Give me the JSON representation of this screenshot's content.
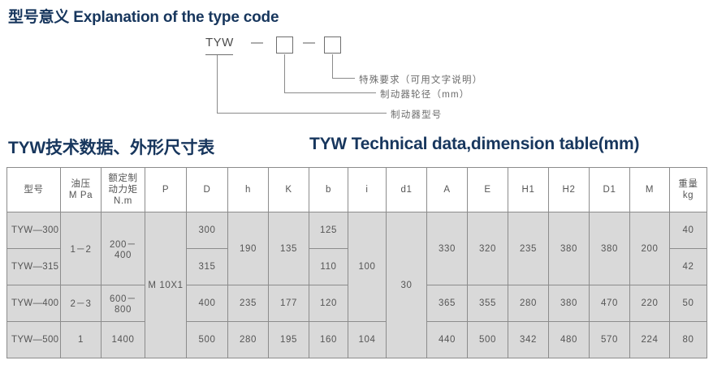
{
  "headings": {
    "type_code": "型号意义 Explanation of the type code",
    "table_cn": "TYW技术数据、外形尺寸表",
    "table_en": "TYW Technical data,dimension table(mm)"
  },
  "colors": {
    "heading": "#17365d",
    "table_border": "#8c8c8c",
    "row_fill": "#d9d9d9",
    "text": "#555555"
  },
  "type_code_diagram": {
    "prefix": "TYW",
    "dash_1": "—",
    "dash_2": "—",
    "box_wheel": "",
    "box_special": "",
    "annotations": {
      "special": "特殊要求（可用文字说明）",
      "wheel": "制动器轮径（mm）",
      "model": "制动器型号"
    }
  },
  "table": {
    "columns": [
      {
        "key": "model",
        "label_lines": [
          "型号"
        ]
      },
      {
        "key": "pressure",
        "label_lines": [
          "油压",
          "M Pa"
        ]
      },
      {
        "key": "torque",
        "label_lines": [
          "额定制",
          "动力矩",
          "N.m"
        ]
      },
      {
        "key": "P",
        "label_lines": [
          "P"
        ]
      },
      {
        "key": "D",
        "label_lines": [
          "D"
        ]
      },
      {
        "key": "h",
        "label_lines": [
          "h"
        ]
      },
      {
        "key": "K",
        "label_lines": [
          "K"
        ]
      },
      {
        "key": "b",
        "label_lines": [
          "b"
        ]
      },
      {
        "key": "i",
        "label_lines": [
          "i"
        ]
      },
      {
        "key": "d1",
        "label_lines": [
          "d1"
        ]
      },
      {
        "key": "A",
        "label_lines": [
          "A"
        ]
      },
      {
        "key": "E",
        "label_lines": [
          "E"
        ]
      },
      {
        "key": "H1",
        "label_lines": [
          "H1"
        ]
      },
      {
        "key": "H2",
        "label_lines": [
          "H2"
        ]
      },
      {
        "key": "D1",
        "label_lines": [
          "D1"
        ]
      },
      {
        "key": "M",
        "label_lines": [
          "M"
        ]
      },
      {
        "key": "weight",
        "label_lines": [
          "重量",
          "kg"
        ]
      }
    ],
    "rows": [
      {
        "model": "TYW—300",
        "pressure": "1－2",
        "torque": "200－400",
        "P": "M 10X1",
        "D": "300",
        "h": "190",
        "K": "135",
        "b": "125",
        "i": "100",
        "d1": "30",
        "A": "330",
        "E": "320",
        "H1": "235",
        "H2": "380",
        "D1": "380",
        "M": "200",
        "weight": "40"
      },
      {
        "model": "TYW—315",
        "D": "315",
        "b": "110",
        "weight": "42"
      },
      {
        "model": "TYW—400",
        "pressure": "2－3",
        "torque": "600－800",
        "D": "400",
        "h": "235",
        "K": "177",
        "b": "120",
        "A": "365",
        "E": "355",
        "H1": "280",
        "H2": "380",
        "D1": "470",
        "M": "220",
        "weight": "50"
      },
      {
        "model": "TYW—500",
        "pressure": "1",
        "torque": "1400",
        "D": "500",
        "h": "280",
        "K": "195",
        "b": "160",
        "i": "104",
        "A": "440",
        "E": "500",
        "H1": "342",
        "H2": "480",
        "D1": "570",
        "M": "224",
        "weight": "80"
      }
    ]
  }
}
